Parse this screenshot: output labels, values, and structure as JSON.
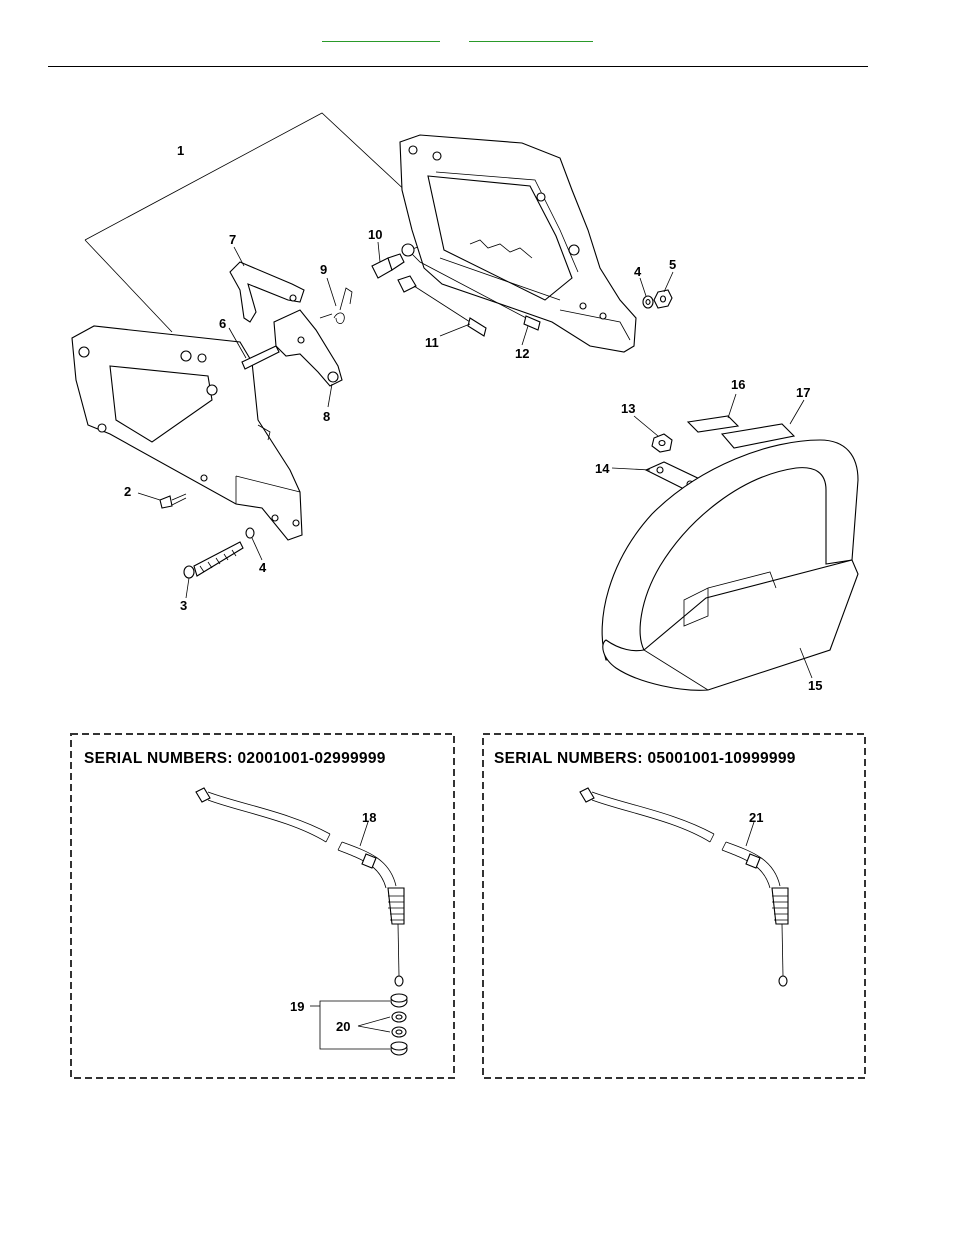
{
  "nav": {
    "prev_link": "",
    "next_link": ""
  },
  "callouts": {
    "c1": "1",
    "c2": "2",
    "c3": "3",
    "c4a": "4",
    "c4b": "4",
    "c5": "5",
    "c6": "6",
    "c7": "7",
    "c8": "8",
    "c9": "9",
    "c10": "10",
    "c11": "11",
    "c12": "12",
    "c13": "13",
    "c14": "14",
    "c15": "15",
    "c16": "16",
    "c17": "17",
    "c18": "18",
    "c19": "19",
    "c20": "20",
    "c21": "21"
  },
  "inset_left": {
    "title": "SERIAL  NUMBERS:  02001001-02999999"
  },
  "inset_right": {
    "title": "SERIAL  NUMBERS:  05001001-10999999"
  }
}
